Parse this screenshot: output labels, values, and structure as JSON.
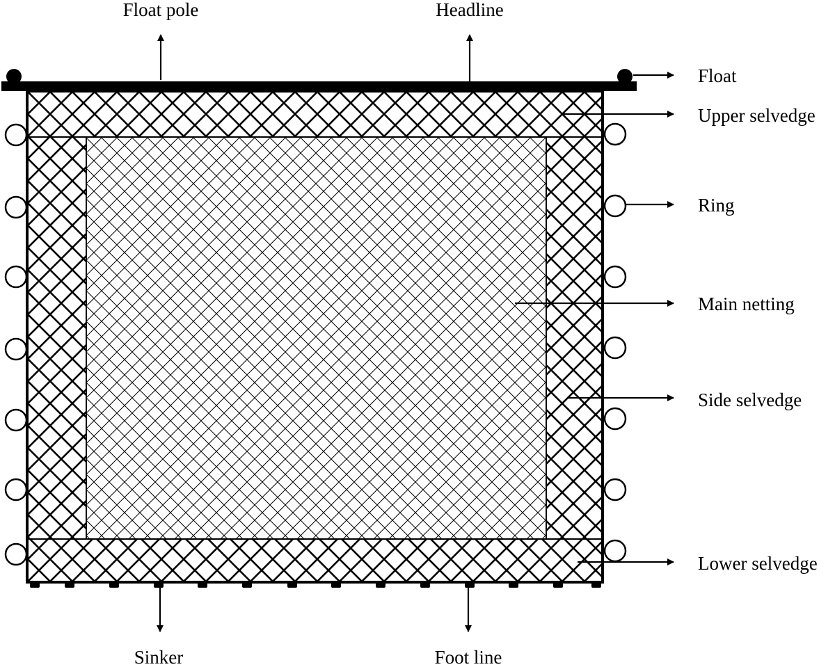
{
  "labels": {
    "float_pole": "Float pole",
    "headline": "Headline",
    "float": "Float",
    "upper_selvedge": "Upper selvedge",
    "ring": "Ring",
    "main_netting": "Main netting",
    "side_selvedge": "Side selvedge",
    "lower_selvedge": "Lower selvedge",
    "sinker": "Sinker",
    "foot_line": "Foot line"
  },
  "colors": {
    "line": "#000000",
    "background": "#ffffff"
  }
}
